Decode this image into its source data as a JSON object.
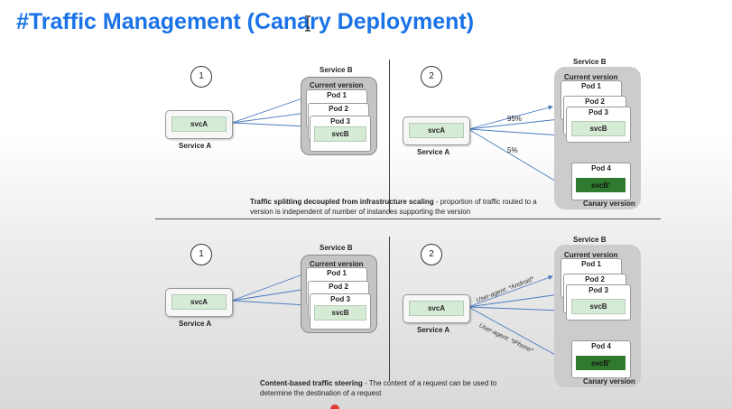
{
  "title": "#Traffic Management (Canary Deployment)",
  "colors": {
    "title": "#1a73e8",
    "pod_green": "#d6ebd6",
    "canary_green": "#2f7a2f",
    "service_gray": "#c4c4c4"
  },
  "top": {
    "left": {
      "step": "1",
      "service_b_label": "Service B",
      "current_version": "Current version",
      "pods": [
        "Pod 1",
        "Pod 2",
        "Pod 3"
      ],
      "svcB": "svcB",
      "svcA": "svcA",
      "service_a_label": "Service A"
    },
    "right": {
      "step": "2",
      "service_b_label": "Service B",
      "current_version": "Current version",
      "pods": [
        "Pod 1",
        "Pod 2",
        "Pod 3"
      ],
      "svcB": "svcB",
      "svcA": "svcA",
      "service_a_label": "Service A",
      "pct_current": "95%",
      "pct_canary": "5%",
      "canary_pod": "Pod 4",
      "canary_svc": "svcB'",
      "canary_version": "Canary version"
    },
    "caption_bold": "Traffic splitting decoupled from infrastructure scaling",
    "caption_rest": " - proportion of traffic routed to a version is independent of number of instances supporting the version"
  },
  "bottom": {
    "left": {
      "step": "1",
      "service_b_label": "Service B",
      "current_version": "Current version",
      "pods": [
        "Pod 1",
        "Pod 2",
        "Pod 3"
      ],
      "svcB": "svcB",
      "svcA": "svcA",
      "service_a_label": "Service A"
    },
    "right": {
      "step": "2",
      "service_b_label": "Service B",
      "current_version": "Current version",
      "pods": [
        "Pod 1",
        "Pod 2",
        "Pod 3"
      ],
      "svcB": "svcB",
      "svcA": "svcA",
      "service_a_label": "Service A",
      "ua_android": "User-agent: *Android*",
      "ua_iphone": "User-agent: *iPhone*",
      "canary_pod": "Pod 4",
      "canary_svc": "svcB'",
      "canary_version": "Canary version"
    },
    "caption_bold": "Content-based traffic steering",
    "caption_rest": " - The content of a request can be used to determine the destination of a request"
  }
}
